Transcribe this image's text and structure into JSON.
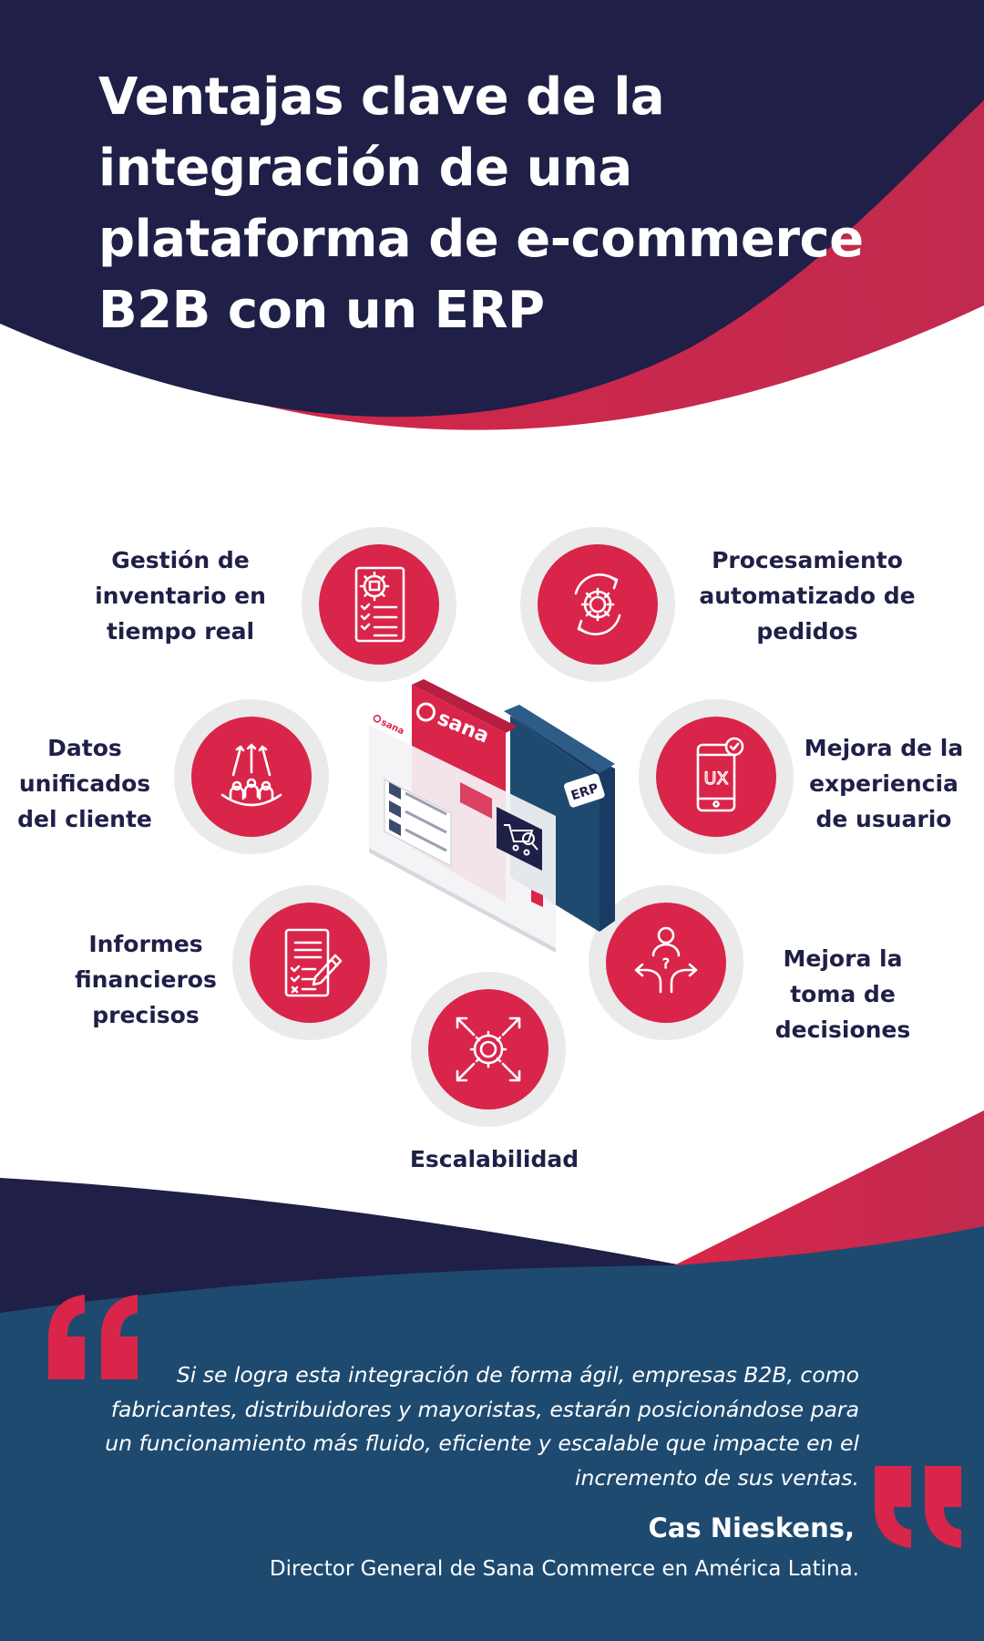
{
  "title_lines": [
    "Ventajas clave de la",
    "integración de una",
    "plataforma de e-commerce",
    "B2B con un ERP"
  ],
  "benefits": {
    "inventario": {
      "lines": [
        "Gestión de",
        "inventario en",
        "tiempo real"
      ]
    },
    "pedidos": {
      "lines": [
        "Procesamiento",
        "automatizado de",
        "pedidos"
      ]
    },
    "datos": {
      "lines": [
        "Datos",
        "unificados",
        "del cliente"
      ]
    },
    "ux": {
      "lines": [
        "Mejora de la",
        "experiencia",
        "de usuario"
      ],
      "icon_text": "UX"
    },
    "informes": {
      "lines": [
        "Informes",
        "financieros",
        "precisos"
      ]
    },
    "decisiones": {
      "lines": [
        "Mejora la",
        "toma de",
        "decisiones"
      ]
    },
    "escalabilidad": {
      "lines": [
        "Escalabilidad"
      ]
    }
  },
  "illustration": {
    "brand_large": "sana",
    "brand_small": "sana",
    "erp_badge": "ERP"
  },
  "quote": {
    "lines": [
      "Si se logra esta integración de forma ágil, empresas B2B, como",
      "fabricantes, distribuidores y mayoristas, estarán posicionándose para",
      "un funcionamiento más fluido, eficiente y escalable que impacte en el",
      "incremento de sus ventas."
    ],
    "author": "Cas Nieskens,",
    "role": "Director General de Sana Commerce en América Latina."
  },
  "colors": {
    "navy": "#1f1f47",
    "red": "#d9254a",
    "blue": "#1e4a70",
    "ring": "#ebeaeb",
    "label": "#1f2047"
  }
}
